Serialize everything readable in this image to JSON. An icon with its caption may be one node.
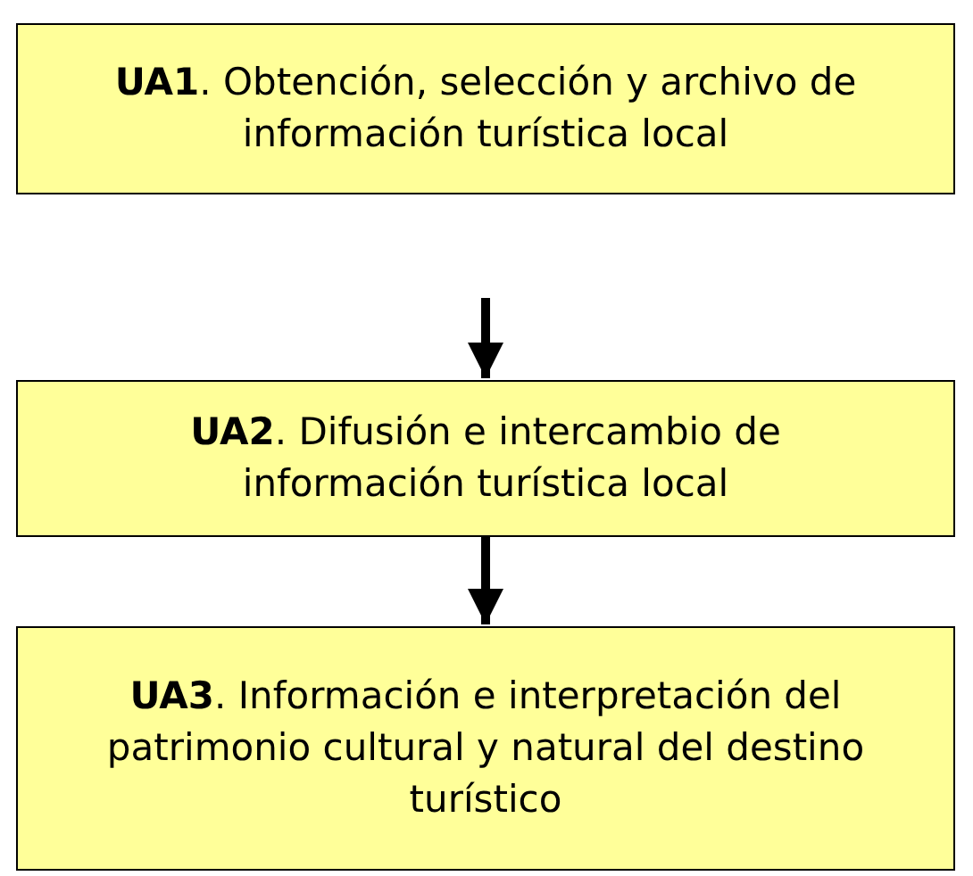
{
  "diagram": {
    "nodes": [
      {
        "text": [
          "**UA1**. Obtención, selección y archivo de información turística local"
        ]
      },
      {
        "text": [
          "**UA2**. Difusión e intercambio de información turística local"
        ]
      },
      {
        "text": [
          "**UA3**. Información e interpretación del patrimonio cultural y natural del destino turístico"
        ]
      }
    ],
    "edges": [
      {
        "from": null,
        "to": 1,
        "arrow": "to"
      },
      {
        "from": 1,
        "to": 2,
        "arrow": "to"
      }
    ]
  }
}
